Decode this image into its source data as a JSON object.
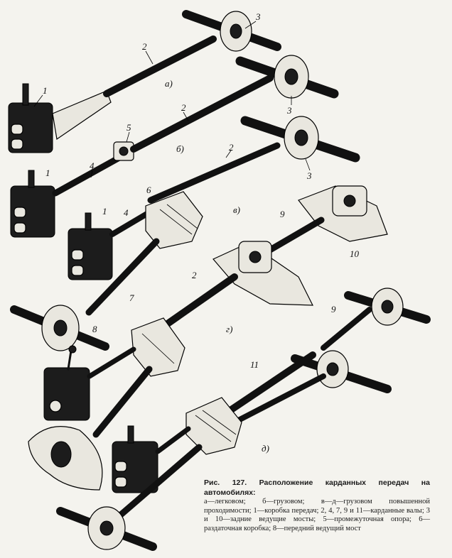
{
  "variants": {
    "a": "а)",
    "b": "б)",
    "v": "в)",
    "g": "г)",
    "d": "д)"
  },
  "numbers": {
    "n1": "1",
    "n2": "2",
    "n3": "3",
    "n4": "4",
    "n5": "5",
    "n6": "6",
    "n7": "7",
    "n8": "8",
    "n9": "9",
    "n10": "10",
    "n11": "11"
  },
  "caption": {
    "heading": "Рис. 127. Расположение карданных передач на автомобилях:",
    "body": "а—легковом; б—грузовом; в—д—грузовом повышенной проходимости; 1—коробка передач; 2, 4, 7, 9 и 11—карданные валы; 3 и 10—задние ведущие мосты; 5—промежуточная опора; 6—раздаточная коробка; 8—передний ведущий мост"
  }
}
